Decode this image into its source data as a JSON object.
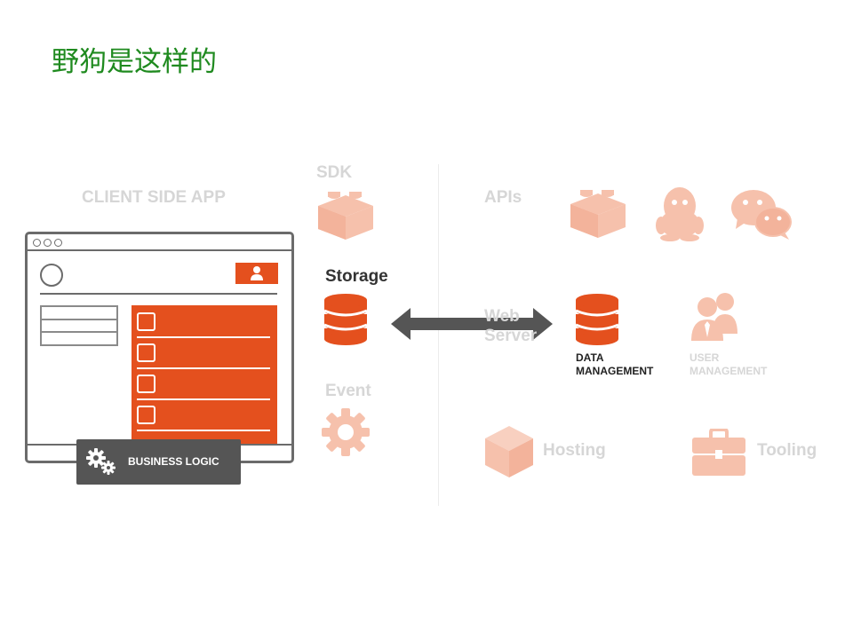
{
  "slide": {
    "title": "野狗是这样的"
  },
  "client": {
    "title": "CLIENT SIDE APP",
    "business_logic_label": "BUSINESS LOGIC"
  },
  "sdk": {
    "title": "SDK",
    "storage_label": "Storage",
    "event_label": "Event"
  },
  "cloud": {
    "apis_label": "APIs",
    "web_server_line1": "Web",
    "web_server_line2": "Server",
    "data_management_line1": "DATA",
    "data_management_line2": "MANAGEMENT",
    "user_management_line1": "USER",
    "user_management_line2": "MANAGEMENT",
    "hosting_label": "Hosting",
    "tooling_label": "Tooling"
  },
  "colors": {
    "accent_orange": "#e4501e",
    "faded_orange": "#f6c1ac",
    "title_green": "#1f8a1f",
    "dark_gray": "#555555"
  },
  "icons": [
    "lego-block-icon",
    "database-icon",
    "gear-icon",
    "qq-penguin-icon",
    "wechat-icon",
    "users-icon",
    "box-icon",
    "briefcase-icon",
    "double-arrow-icon"
  ]
}
